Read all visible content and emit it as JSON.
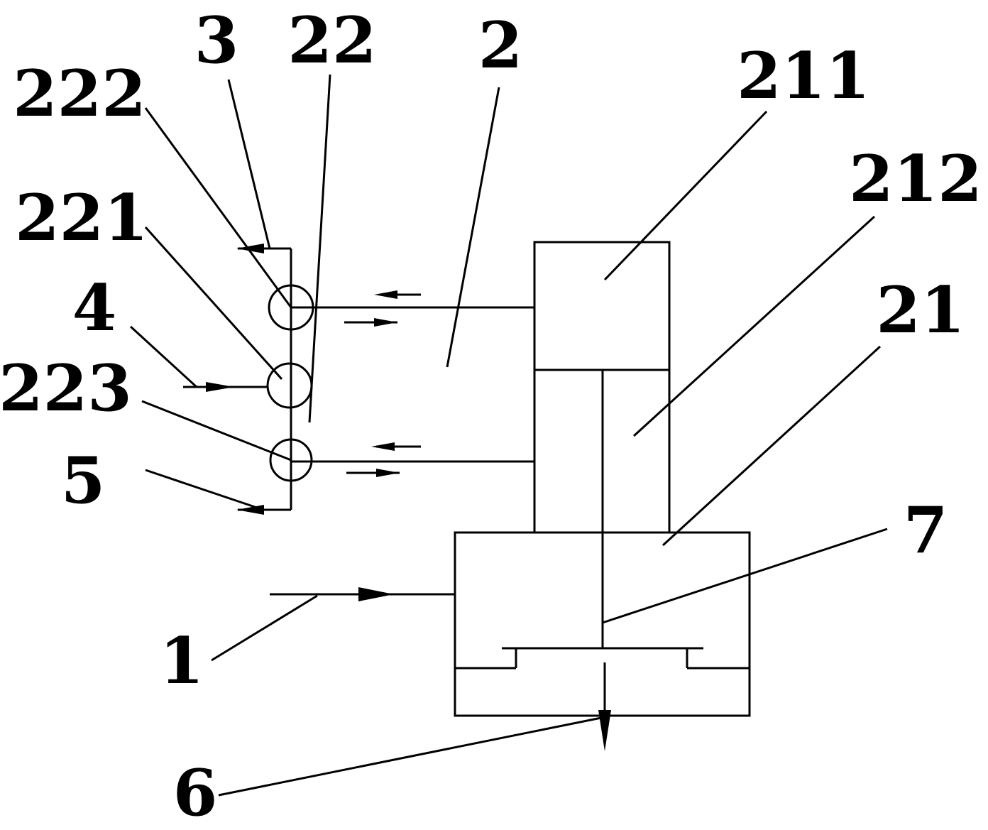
{
  "labels": {
    "l3": "3",
    "l22": "22",
    "l2": "2",
    "l211": "211",
    "l222": "222",
    "l212": "212",
    "l221": "221",
    "l4": "4",
    "l21": "21",
    "l223": "223",
    "l5": "5",
    "l7": "7",
    "l1": "1",
    "l6": "6"
  },
  "colors": {
    "stroke": "#000000",
    "background": "#ffffff"
  }
}
